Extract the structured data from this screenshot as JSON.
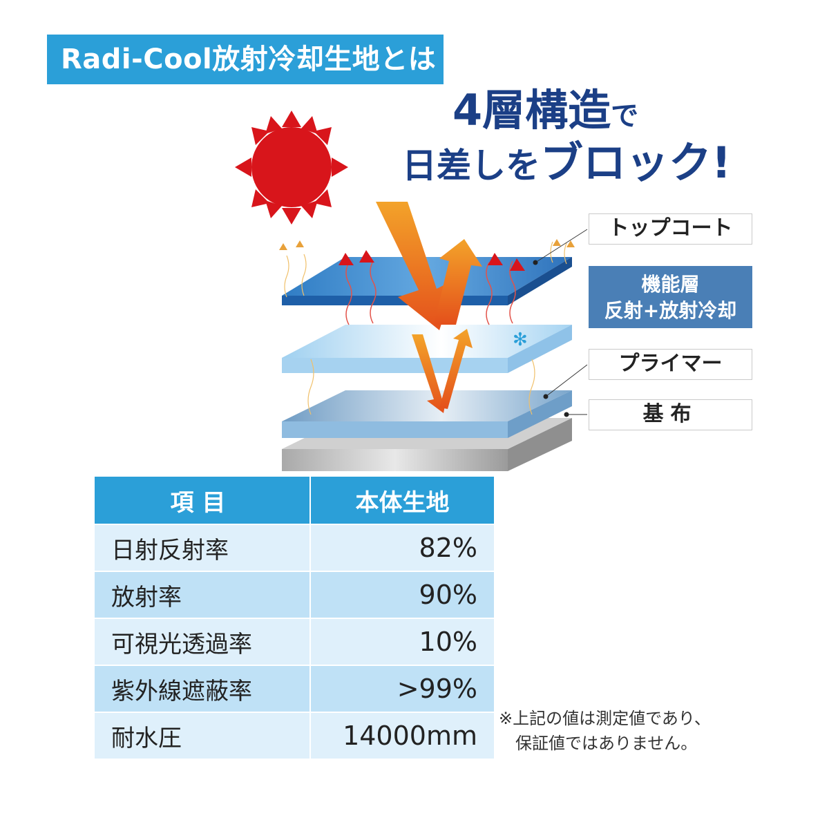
{
  "title": "Radi-Cool放射冷却生地とは",
  "headline": {
    "line1_main": "4層構造",
    "line1_suffix": "で",
    "line2_prefix": "日差しを",
    "line2_main": "ブロック!"
  },
  "layers": {
    "top_coat": "トップコート",
    "functional_line1": "機能層",
    "functional_line2": "反射+放射冷却",
    "primer": "プライマー",
    "base": "基布"
  },
  "table": {
    "header_item": "項目",
    "header_value": "本体生地",
    "rows": [
      {
        "label": "日射反射率",
        "value": "82%"
      },
      {
        "label": "放射率",
        "value": "90%"
      },
      {
        "label": "可視光透過率",
        "value": "10%"
      },
      {
        "label": "紫外線遮蔽率",
        "value": ">99%"
      },
      {
        "label": "耐水圧",
        "value": "14000mm"
      }
    ]
  },
  "note": {
    "line1": "※上記の値は測定値であり、",
    "line2": "保証値ではありません。"
  },
  "colors": {
    "accent_blue": "#2b9fd8",
    "headline_navy": "#1b3f86",
    "sun_red": "#d8151b",
    "arrow_orange": "#ef7d1a"
  }
}
